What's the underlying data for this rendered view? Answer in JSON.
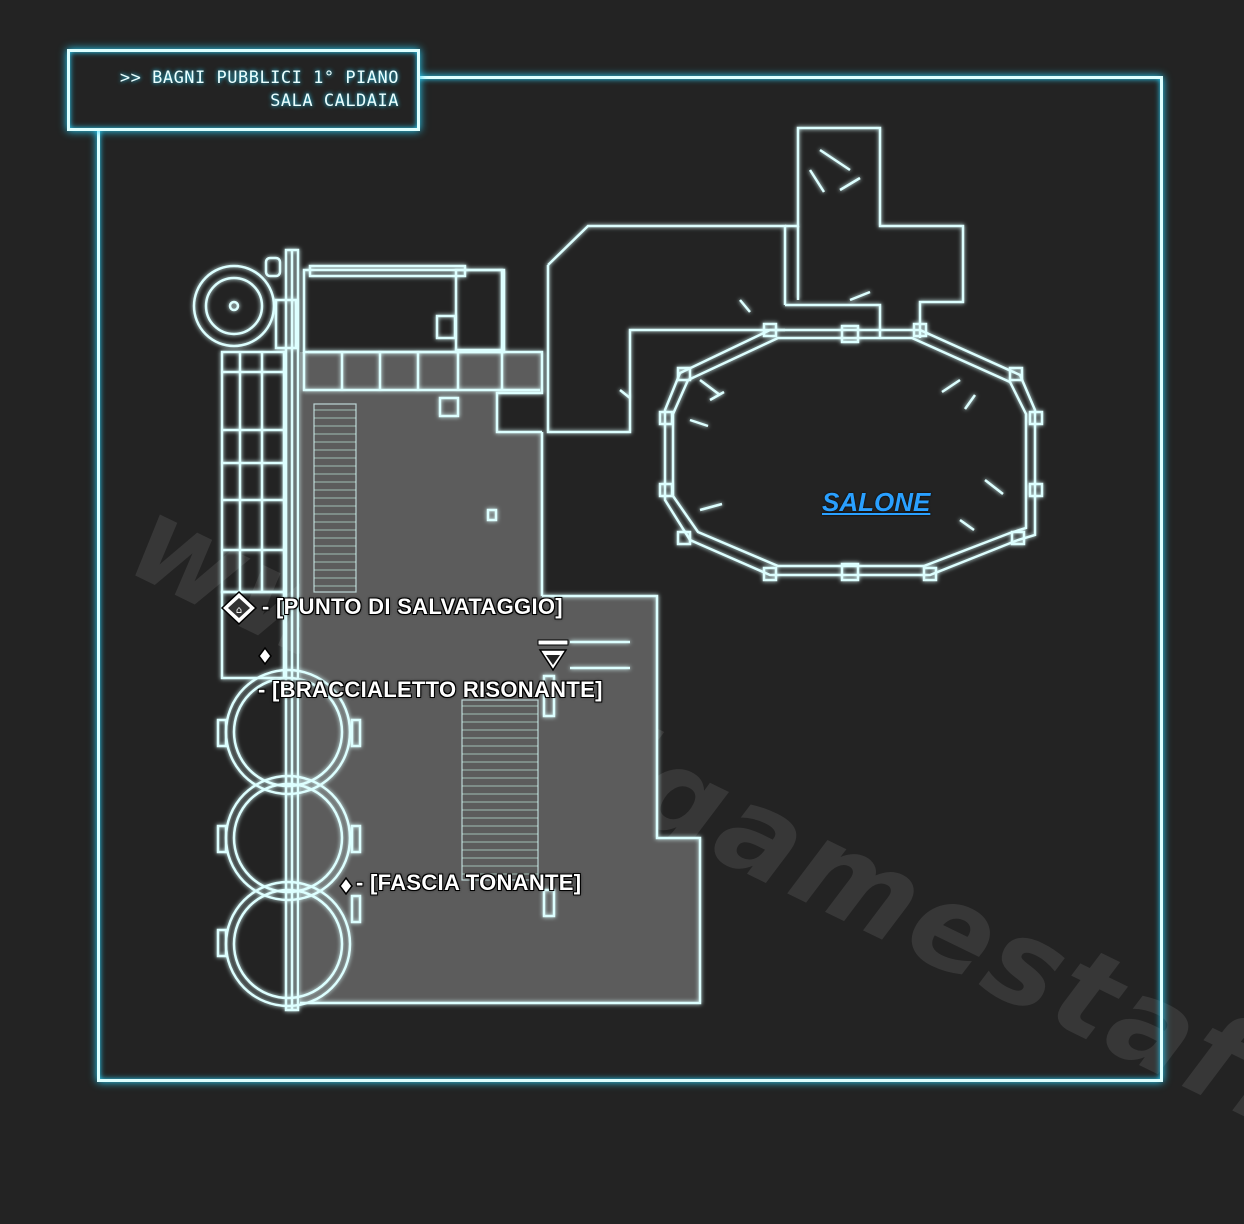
{
  "title": {
    "line1": ">> BAGNI PUBBLICI 1° PIANO",
    "line2": "SALA CALDAIA"
  },
  "rooms": {
    "salone": "SALONE"
  },
  "markers": {
    "save_point": "- [PUNTO DI SALVATAGGIO]",
    "bracelet": "- [BRACCIALETTO RISONANTE]",
    "sash": "- [FASCIA TONANTE]"
  },
  "icons": {
    "save_point": "save-point-icon",
    "item": "item-diamond-icon",
    "entrance": "entrance-triangle-icon"
  },
  "watermark": "www.allgamestaff.it",
  "colors": {
    "background": "#232323",
    "wall": "#dff",
    "glow": "#2ad6ff",
    "floor": "#5c5c5c",
    "salone_label": "#2aa0ff"
  }
}
